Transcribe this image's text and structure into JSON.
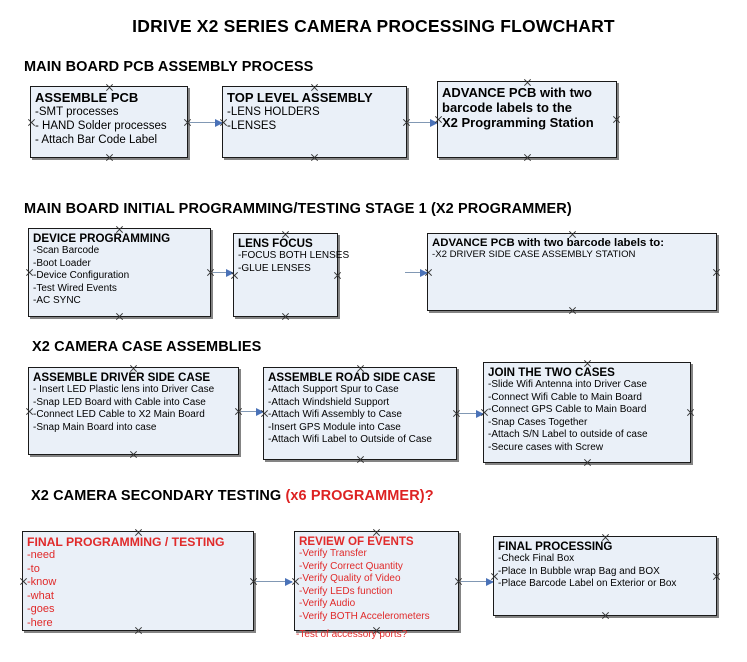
{
  "document": {
    "title": "IDRIVE X2  SERIES CAMERA PROCESSING FLOWCHART"
  },
  "sections": [
    {
      "id": "main-board-pcb-assembly-process",
      "heading": "MAIN BOARD PCB ASSEMBLY PROCESS",
      "heading_accent": "",
      "boxes": [
        {
          "id": "assemble-pcb",
          "title": "ASSEMBLE PCB",
          "lines": [
            "-SMT processes",
            "- HAND Solder processes",
            "- Attach Bar Code Label"
          ],
          "color": "black"
        },
        {
          "id": "top-level-assembly",
          "title": "TOP LEVEL ASSEMBLY",
          "lines": [
            "-LENS HOLDERS",
            "-LENSES"
          ],
          "color": "black"
        },
        {
          "id": "advance-pcb-to-x2-programming-station",
          "title": "ADVANCE PCB with two",
          "lines": [
            "barcode labels to the",
            " X2 Programming Station"
          ],
          "color": "black"
        }
      ]
    },
    {
      "id": "main-board-initial-programming-testing-stage-1",
      "heading": "MAIN BOARD INITIAL PROGRAMMING/TESTING STAGE 1 (X2 PROGRAMMER)",
      "heading_accent": "",
      "boxes": [
        {
          "id": "device-programming",
          "title": "DEVICE PROGRAMMING",
          "lines": [
            "-Scan Barcode",
            "-Boot Loader",
            "-Device Configuration",
            "-Test Wired Events",
            "-AC SYNC"
          ],
          "color": "black"
        },
        {
          "id": "lens-focus",
          "title": "LENS FOCUS",
          "lines": [
            "-FOCUS BOTH LENSES",
            "-GLUE LENSES"
          ],
          "color": "black"
        },
        {
          "id": "advance-pcb-to-driver-side-case-assembly",
          "title": "ADVANCE PCB with two barcode labels to:",
          "lines": [
            "-X2 DRIVER  SIDE  CASE  ASSEMBLY STATION"
          ],
          "color": "black"
        }
      ]
    },
    {
      "id": "x2-camera-case-assemblies",
      "heading": "X2 CAMERA CASE ASSEMBLIES",
      "heading_accent": "",
      "boxes": [
        {
          "id": "assemble-driver-side-case",
          "title": "ASSEMBLE DRIVER SIDE CASE",
          "lines": [
            "- Insert LED Plastic lens into Driver Case",
            "-Snap LED Board with Cable into Case",
            "-Connect LED Cable to X2 Main Board",
            "-Snap Main Board into case"
          ],
          "color": "black"
        },
        {
          "id": "assemble-road-side-case",
          "title": "ASSEMBLE ROAD SIDE CASE",
          "lines": [
            "-Attach Support Spur to Case",
            "-Attach Windshield Support",
            "-Attach Wifi Assembly to Case",
            "-Insert GPS Module into Case",
            "-Attach Wifi Label to Outside of Case"
          ],
          "color": "black"
        },
        {
          "id": "join-the-two-cases",
          "title": "JOIN THE TWO CASES",
          "lines": [
            "-Slide Wifi Antenna into Driver Case",
            "-Connect Wifi Cable to Main Board",
            "-Connect GPS Cable to Main Board",
            "-Snap Cases Together",
            "-Attach S/N Label to outside of case",
            "-Secure cases with Screw"
          ],
          "color": "black"
        }
      ]
    },
    {
      "id": "x2-camera-secondary-testing",
      "heading": "X2 CAMERA SECONDARY TESTING ",
      "heading_accent": "(x6 PROGRAMMER)?",
      "boxes": [
        {
          "id": "final-programming-testing",
          "title": "FINAL PROGRAMMING / TESTING",
          "lines": [
            "-need",
            "-to",
            "-know",
            "-what",
            "-goes",
            "-here"
          ],
          "color": "red"
        },
        {
          "id": "review-of-events",
          "title": "REVIEW OF EVENTS",
          "lines": [
            "-Verify Transfer",
            "-Verify Correct Quantity",
            "-Verify Quality of Video",
            "-Verify LEDs function",
            "-Verify Audio",
            "-Verify BOTH Accelerometers"
          ],
          "overflow_line": "-Test of accessory ports?",
          "color": "red"
        },
        {
          "id": "final-processing",
          "title": "FINAL PROCESSING",
          "lines": [
            "-Check Final Box",
            "-Place In Bubble wrap Bag and BOX",
            "-Place Barcode Label on Exterior or Box"
          ],
          "color": "black"
        }
      ]
    }
  ],
  "colors": {
    "box_fill": "#eaf0f8",
    "box_border": "#1a1a1a",
    "connector": "#8198b4",
    "arrow_head": "#4a72b8",
    "accent_red": "#e02a2a",
    "text": "#000000",
    "background": "#ffffff"
  }
}
